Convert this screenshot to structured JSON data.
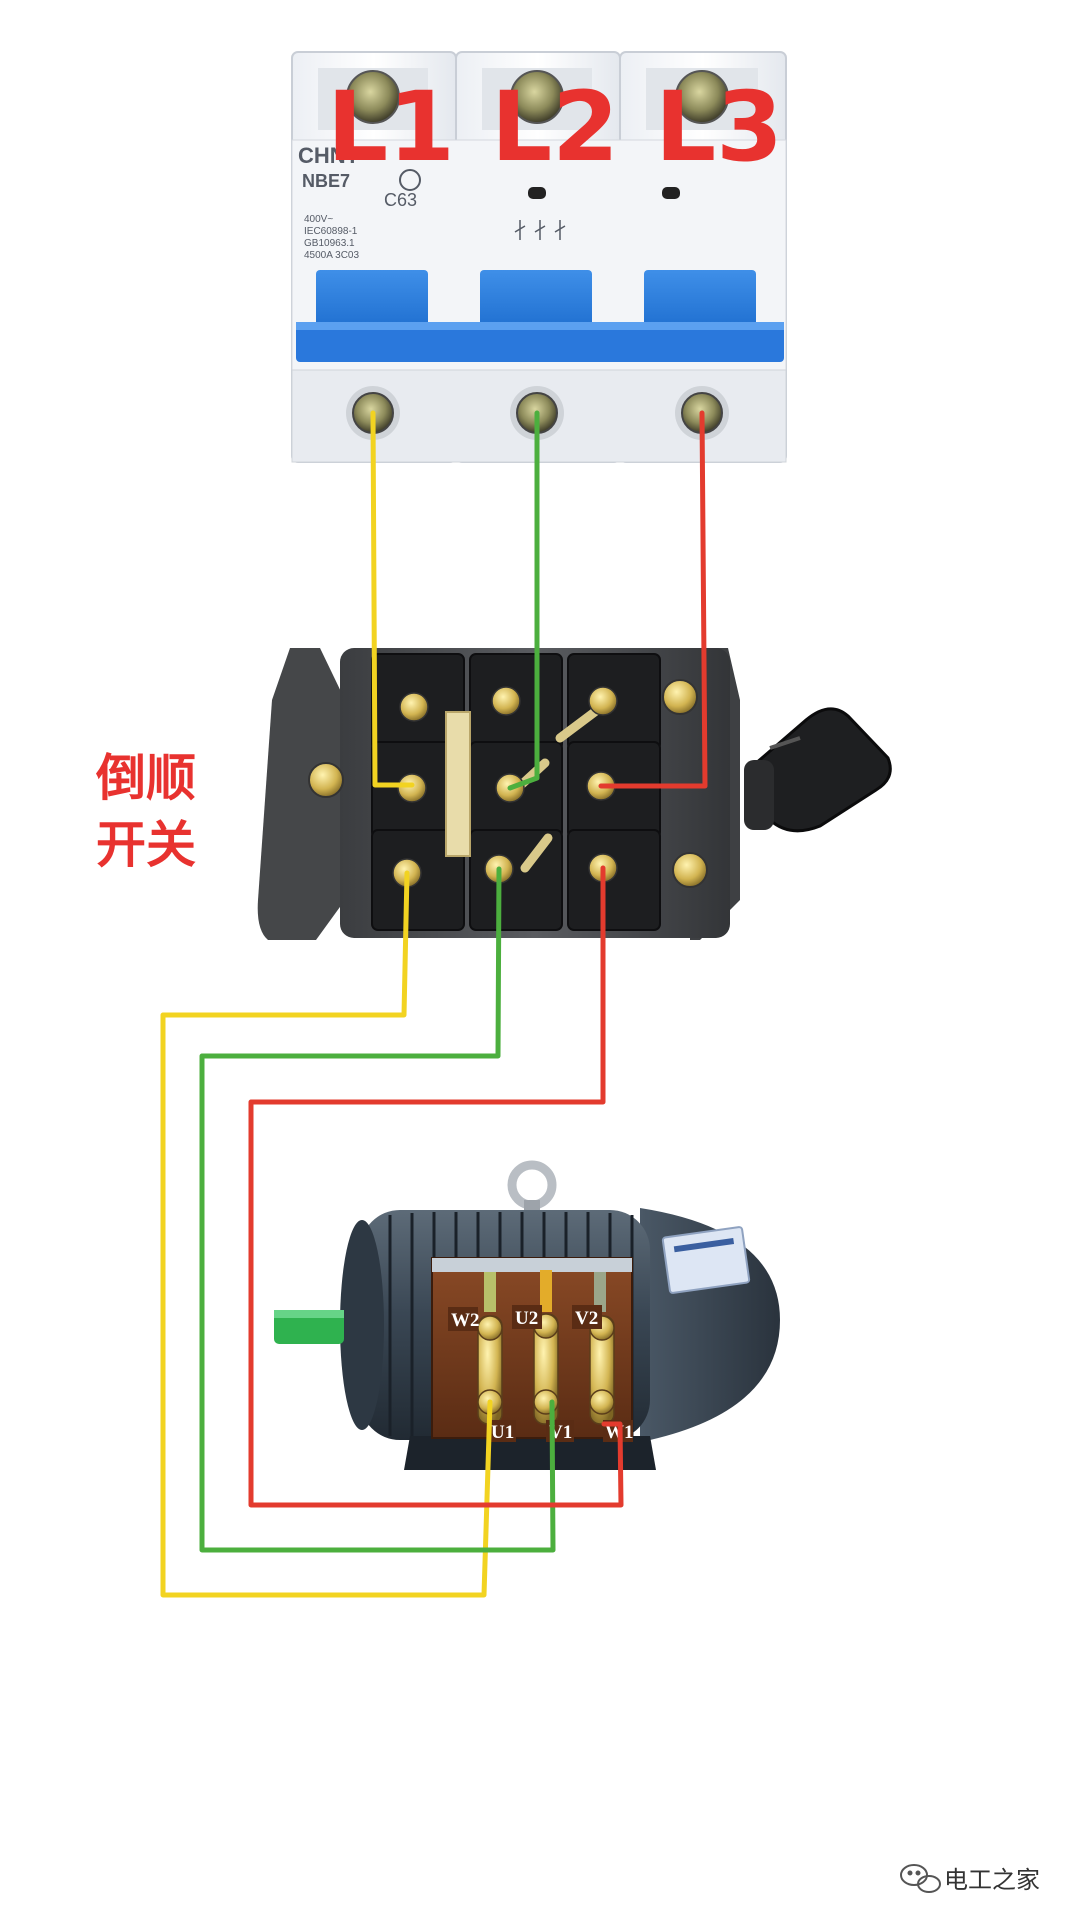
{
  "breaker": {
    "brand": "CHNT",
    "model": "NBE7",
    "rating": "C63",
    "spec_lines": [
      "400V~",
      "IEC60898-1",
      "GB10963.1",
      "4500A 3C03"
    ],
    "phase_labels": [
      "L1",
      "L2",
      "L3"
    ]
  },
  "switch": {
    "label_line1": "倒顺",
    "label_line2": "开关"
  },
  "motor": {
    "terminals_top": [
      "W2",
      "U2",
      "V2"
    ],
    "terminals_bottom": [
      "U1",
      "V1",
      "W1"
    ]
  },
  "watermark": {
    "text": "电工之家",
    "icon": "wechat-icon"
  },
  "wire_colors": {
    "yellow": "#f2d321",
    "green": "#4caf3e",
    "red": "#e33b2e"
  }
}
